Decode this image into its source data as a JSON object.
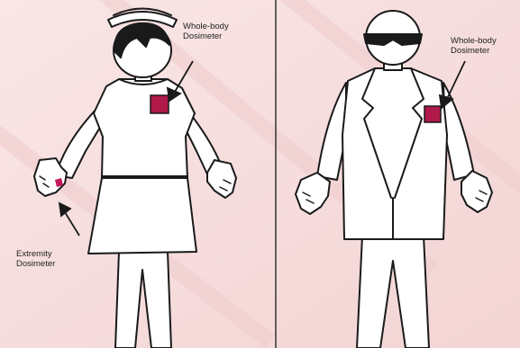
{
  "labels": {
    "whole_body_left": {
      "line1": "Whole-body",
      "line2": "Dosimeter"
    },
    "whole_body_right": {
      "line1": "Whole-body",
      "line2": "Dosimeter"
    },
    "extremity": {
      "line1": "Extremity",
      "line2": "Dosimeter"
    }
  },
  "colors": {
    "background": "#f7dede",
    "background_stripe": "#f1d0d0",
    "outline": "#1a1a1a",
    "figure_fill": "#ffffff",
    "dosimeter": "#b0194a",
    "divider": "#333333"
  }
}
